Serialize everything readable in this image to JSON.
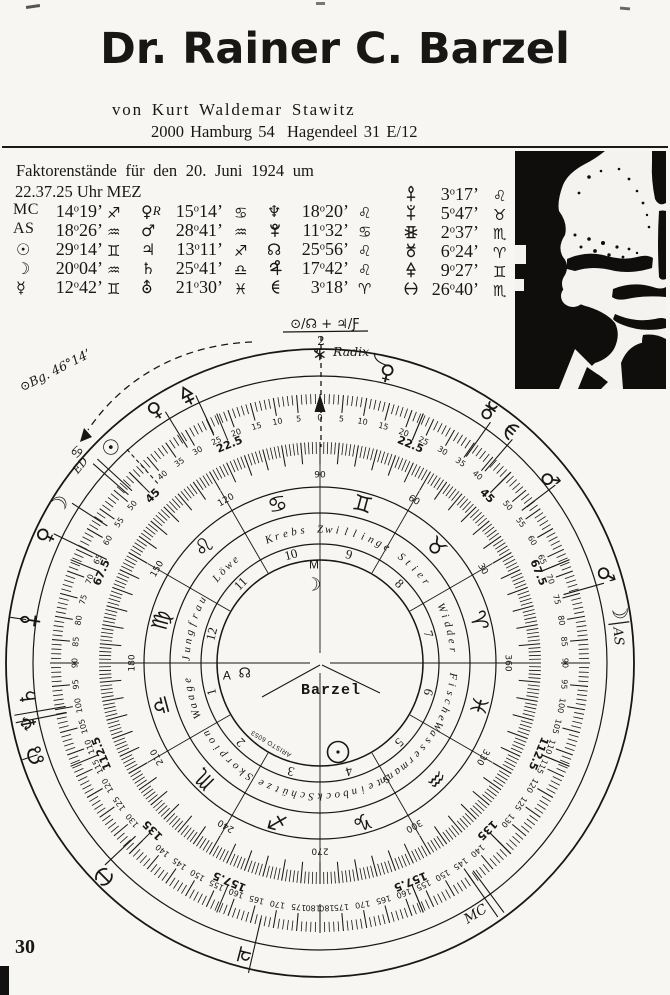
{
  "page": {
    "background": "#f7f6f2",
    "ink": "#181716",
    "title": "Dr. Rainer C. Barzel",
    "byline_prefix": "von",
    "byline_name": "Kurt Waldemar Stawitz",
    "address": "2000 Hamburg 54  Hagendeel 31 E/12",
    "page_number": "30"
  },
  "factors": {
    "heading_line1": "Faktorenstände für den 20. Juni 1924 um",
    "heading_line2": "22.37.25 Uhr MEZ",
    "columns": [
      {
        "rows": [
          {
            "label": "MC",
            "value": "14°19’",
            "sign": "sagittarius"
          },
          {
            "label": "AS",
            "value": "18°26’",
            "sign": "aquarius"
          },
          {
            "glyph": "sun",
            "value": "29°14’",
            "sign": "gemini"
          },
          {
            "glyph": "moon",
            "value": "20°04’",
            "sign": "aquarius"
          },
          {
            "glyph": "mercury",
            "value": "12°42’",
            "sign": "gemini"
          }
        ]
      },
      {
        "rows": [
          {
            "glyph": "venus",
            "retro": "R",
            "value": "15°14’",
            "sign": "cancer"
          },
          {
            "glyph": "mars",
            "value": "28°41’",
            "sign": "aquarius"
          },
          {
            "glyph": "jupiter",
            "value": "13°11’",
            "sign": "sagittarius"
          },
          {
            "glyph": "saturn",
            "value": "25°41’",
            "sign": "libra"
          },
          {
            "glyph": "uranus",
            "value": "21°30’",
            "sign": "pisces"
          }
        ]
      },
      {
        "rows": [
          {
            "glyph": "neptune",
            "value": "18°20’",
            "sign": "leo"
          },
          {
            "glyph": "pluto",
            "value": "11°32’",
            "sign": "cancer"
          },
          {
            "glyph": "node",
            "value": "25°56’",
            "sign": "leo"
          },
          {
            "glyph": "cupido",
            "value": "17°42’",
            "sign": "leo"
          },
          {
            "glyph": "hades",
            "value": "3°18’",
            "sign": "aries"
          }
        ]
      },
      {
        "rows": [
          {
            "glyph": "zeus",
            "value": "3°17’",
            "sign": "leo"
          },
          {
            "glyph": "kronos",
            "value": "5°47’",
            "sign": "taurus"
          },
          {
            "glyph": "apollon",
            "value": "2°37’",
            "sign": "scorpio"
          },
          {
            "glyph": "admetos",
            "value": "6°24’",
            "sign": "aries"
          },
          {
            "glyph": "vulkanus",
            "value": "9°27’",
            "sign": "gemini"
          },
          {
            "glyph": "poseidon",
            "value": "26°40’",
            "sign": "scorpio"
          }
        ]
      }
    ]
  },
  "chart_data": {
    "type": "radial_dial",
    "description": "Hamburg school 360-degree radix dial (ARISTO), zodiac counterclockwise, 0/360 at right",
    "center_name": "Barzel",
    "instrument_label": "ARISTO 6053",
    "center_marks": {
      "mc_letter": "M",
      "mc_glyph": "moon",
      "asc_letter": "A",
      "asc_glyph": "node",
      "sun_glyph": "sun"
    },
    "signs": [
      {
        "name": "Widder",
        "glyph": "aries",
        "angle": 15
      },
      {
        "name": "Stier",
        "glyph": "taurus",
        "angle": 45
      },
      {
        "name": "Zwillinge",
        "glyph": "gemini",
        "angle": 75
      },
      {
        "name": "Krebs",
        "glyph": "cancer",
        "angle": 105
      },
      {
        "name": "Löwe",
        "glyph": "leo",
        "angle": 135
      },
      {
        "name": "Jungfrau",
        "glyph": "virgo",
        "angle": 165
      },
      {
        "name": "Waage",
        "glyph": "libra",
        "angle": 195
      },
      {
        "name": "Skorpion",
        "glyph": "scorpio",
        "angle": 225
      },
      {
        "name": "Schütze",
        "glyph": "sagittarius",
        "angle": 255
      },
      {
        "name": "Steinbock",
        "glyph": "capricorn",
        "angle": 285
      },
      {
        "name": "Wassermann",
        "glyph": "aquarius",
        "angle": 315
      },
      {
        "name": "Fische",
        "glyph": "pisces",
        "angle": 345
      }
    ],
    "houses": [
      {
        "num": "7",
        "angle": 15
      },
      {
        "num": "8",
        "angle": 45
      },
      {
        "num": "9",
        "angle": 75
      },
      {
        "num": "10",
        "angle": 105
      },
      {
        "num": "11",
        "angle": 135
      },
      {
        "num": "12",
        "angle": 165
      },
      {
        "num": "1",
        "angle": 195
      },
      {
        "num": "2",
        "angle": 225
      },
      {
        "num": "3",
        "angle": 255
      },
      {
        "num": "4",
        "angle": 285
      },
      {
        "num": "5",
        "angle": 315
      },
      {
        "num": "6",
        "angle": 345
      }
    ],
    "inner_scale": {
      "direction": "counterclockwise",
      "zero_position": "right",
      "tick_step": 1,
      "number_step": 30,
      "numbers": [
        30,
        60,
        90,
        120,
        150,
        180,
        210,
        240,
        270,
        300,
        330,
        360
      ]
    },
    "outer_scale": {
      "mirrored": true,
      "zero_position": "top",
      "max": 180,
      "tick_step": 1,
      "number_step": 5,
      "bold_labels": [
        22.5,
        45,
        67.5,
        112.5,
        135,
        157.5
      ],
      "zero_marker": "black-arrow"
    },
    "hand_marks": [
      {
        "glyph": "venus",
        "angle": 77,
        "r": 297,
        "stem": "curve"
      },
      {
        "glyph": "vulkanus",
        "angle": 116.4,
        "r": 299,
        "stem": "line"
      },
      {
        "glyph": "venus",
        "angle": 123.1,
        "r": 301,
        "stem": "line"
      },
      {
        "glyph": "sun",
        "angle": 134.1,
        "r": 299,
        "stem": "sundash"
      },
      {
        "glyph": "moon",
        "angle": 148.7,
        "r": 304,
        "stem": "line"
      },
      {
        "glyph": "venus",
        "angle": 155.1,
        "r": 302,
        "stem": "deep"
      },
      {
        "glyph": "zeus",
        "angle": 171.6,
        "r": 293,
        "stem": "short"
      },
      {
        "glyph": "saturn",
        "angle": 186.5,
        "r": 293,
        "stem": "double"
      },
      {
        "glyph": "neptune",
        "angle": 191.7,
        "r": 296
      },
      {
        "glyph": "node",
        "angle": 198,
        "r": 298,
        "stem": "short"
      },
      {
        "glyph": "poseidon",
        "angle": 224.7,
        "r": 304,
        "stem": "line"
      },
      {
        "glyph": "jupiter",
        "angle": 255.5,
        "r": 300,
        "stem": "long"
      },
      {
        "text": "MC",
        "angle": 301.8,
        "r": 296,
        "stem": "double"
      },
      {
        "glyph": "moon",
        "angle": 9.9,
        "r": 303,
        "stem": "bar",
        "label": "AS"
      },
      {
        "glyph": "mars",
        "angle": 17.2,
        "r": 298,
        "stem": "line"
      },
      {
        "glyph": "mars",
        "angle": 38.6,
        "r": 293,
        "stem": "line"
      },
      {
        "glyph": "hades",
        "angle": 50.8,
        "r": 301,
        "stem": "line"
      },
      {
        "glyph": "admetos",
        "angle": 56.2,
        "r": 303,
        "stem": "line"
      }
    ],
    "annotations": {
      "formula_numerator": "⊙/☊ + ♃/Ƒ",
      "formula_denominator": "2",
      "radix_star_glyph": "radixstar",
      "radix_label": "Radix",
      "arc_label": "⊙Bg. 46°14’",
      "rim_text": "ED",
      "rim_glyph": "cancer"
    }
  },
  "photo": {
    "description": "high-contrast halftone portrait, balding man in dark suit looking down left"
  }
}
